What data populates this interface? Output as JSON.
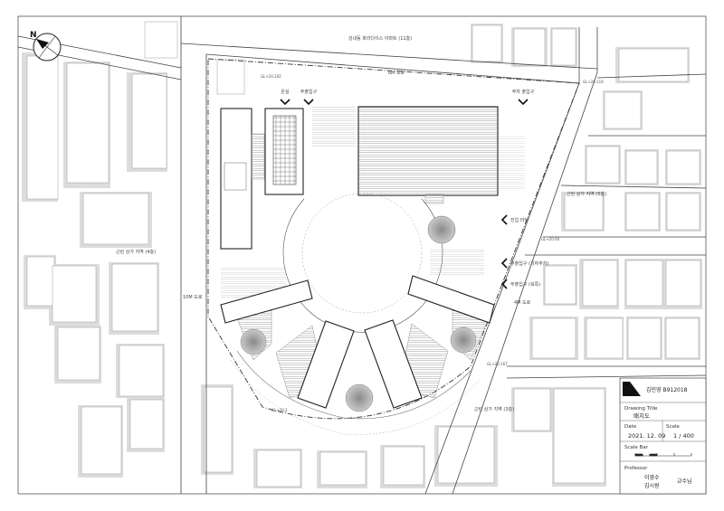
{
  "labels": {
    "road_top": "성내동 파라다이스 아파트 (11층)",
    "road_6m": "6M 도로",
    "road_10m": "10M 도로",
    "road_4m": "4M 도로",
    "commercial_left": "근린 상가 지역 (4층)",
    "commercial_right_top": "근린 상가 지역 (5층)",
    "commercial_bottom": "근린 상가 지역 (3층)",
    "entry_garden": "온실",
    "entry_main": "주출입구",
    "entry_parking": "주차 출입구",
    "entry_plaza": "진입 마당",
    "entry_sub1": "부출입구 (지하주차)",
    "entry_sub2": "부출입구 (북쪽)",
    "gl_1": "GL+20.202",
    "gl_2": "GL+20.119",
    "gl_3": "GL+20.00",
    "gl_4": "GL+20.167",
    "gl_5": "GL+20.2"
  },
  "title_block": {
    "author": "김민영 B912018",
    "drawing_title_label": "Drawing Title",
    "drawing_title": "배치도",
    "date_label": "Date",
    "date": "2021. 12. 09",
    "scale_label": "Scale",
    "scale": "1 / 400",
    "scale_bar_label": "Scale Bar",
    "professor_label": "Professor",
    "professor_1": "이영수",
    "professor_2": "김시원",
    "professor_role": "교수님"
  },
  "colors": {
    "line": "#333333",
    "building_fill": "#ffffff",
    "shadow": "#d9d9d9",
    "tree": "#777777"
  }
}
